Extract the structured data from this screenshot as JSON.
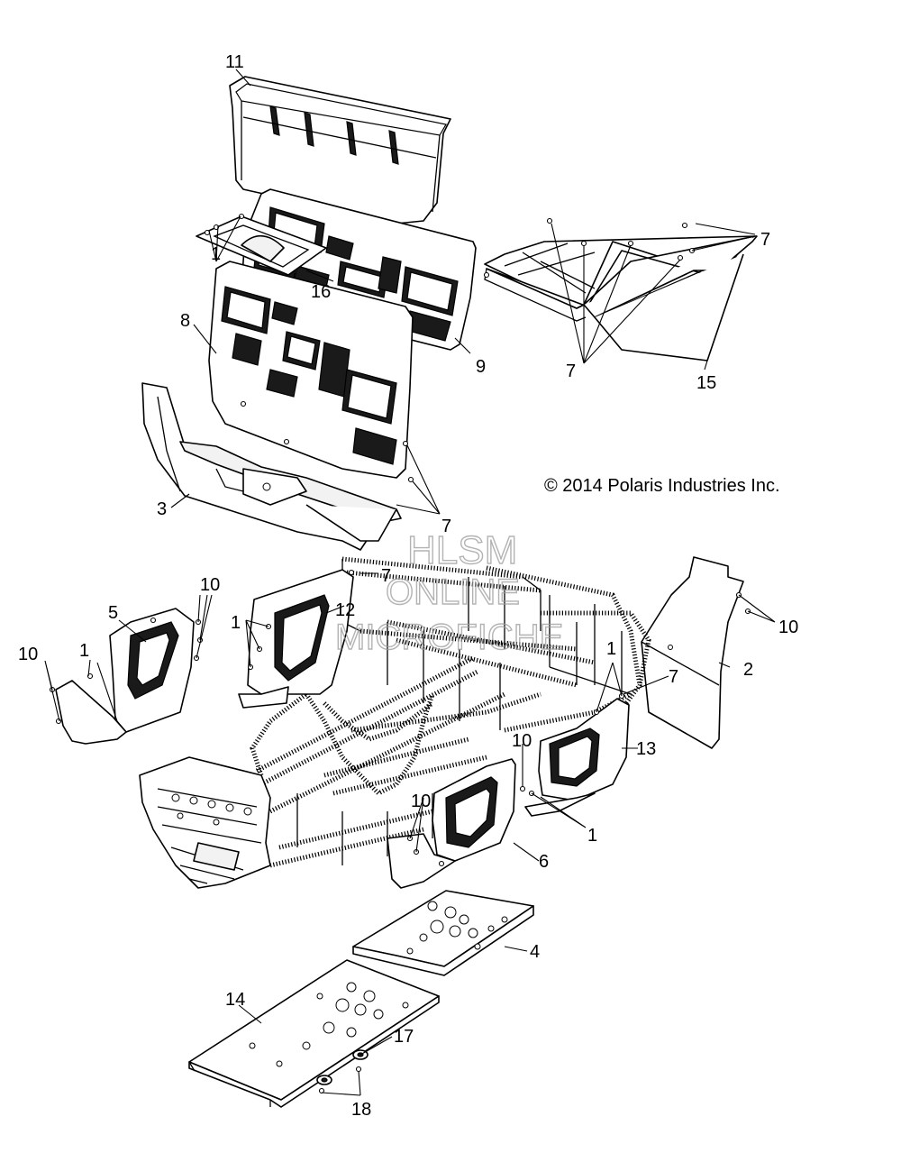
{
  "copyright": "© 2014 Polaris Industries Inc.",
  "watermark": {
    "line1": "HLSM",
    "line2": "ONLINE",
    "line3": "MICROFICHE"
  },
  "callouts": {
    "c11": "11",
    "c1_top": "1",
    "c16": "16",
    "c9": "9",
    "c7_right_top": "7",
    "c7_right_bottom": "7",
    "c15": "15",
    "c8": "8",
    "c3": "3",
    "c7_mid": "7",
    "c10_left_top": "10",
    "c5": "5",
    "c10_left": "10",
    "c1_left": "1",
    "c7_center": "7",
    "c1_center": "1",
    "c12": "12",
    "c10_right": "10",
    "c2": "2",
    "c1_right": "1",
    "c7_right": "7",
    "c13": "13",
    "c10_lower": "10",
    "c10_lower2": "10",
    "c1_lower": "1",
    "c6": "6",
    "c4": "4",
    "c14": "14",
    "c17": "17",
    "c18": "18"
  },
  "colors": {
    "line": "#000000",
    "paper": "#ffffff",
    "watermark": "#9a9a9a"
  }
}
